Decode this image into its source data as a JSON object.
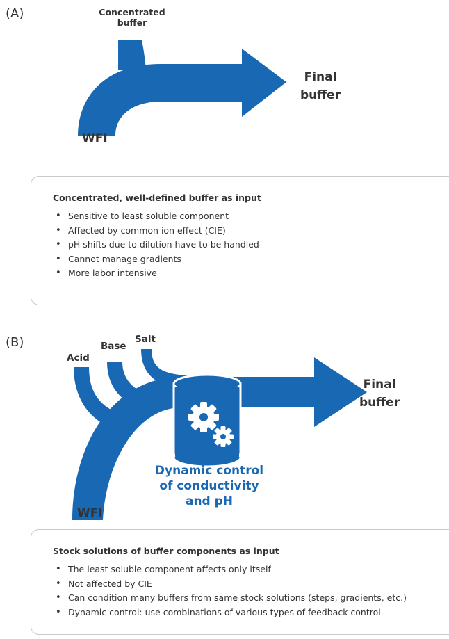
{
  "panel_a": {
    "label": "(A)",
    "input_label": "Concentrated buffer",
    "source_label": "WFI",
    "output_label": "Final buffer",
    "box": {
      "title": "Concentrated, well-defined buffer as input",
      "items": [
        "Sensitive to least soluble component",
        "Affected by common ion effect (CIE)",
        "pH shifts due to dilution have to be handled",
        "Cannot manage gradients",
        "More labor intensive"
      ]
    }
  },
  "panel_b": {
    "label": "(B)",
    "inputs": [
      "Acid",
      "Base",
      "Salt"
    ],
    "source_label": "WFI",
    "output_label": "Final buffer",
    "control_label": "Dynamic control of conductivity and pH",
    "box": {
      "title": "Stock solutions of buffer components as input",
      "items": [
        "The least soluble component affects only itself",
        "Not affected by CIE",
        "Can condition many buffers from same stock solutions (steps, gradients, etc.)",
        "Dynamic control: use combinations of various types of feedback control"
      ]
    }
  },
  "colors": {
    "arrow": "#1868b4",
    "text": "#333333",
    "control_text": "#1868b4",
    "box_border": "#c9c9c9"
  },
  "icons": {
    "controller": "controller-cylinder-icon",
    "gear": "gear-icon"
  }
}
